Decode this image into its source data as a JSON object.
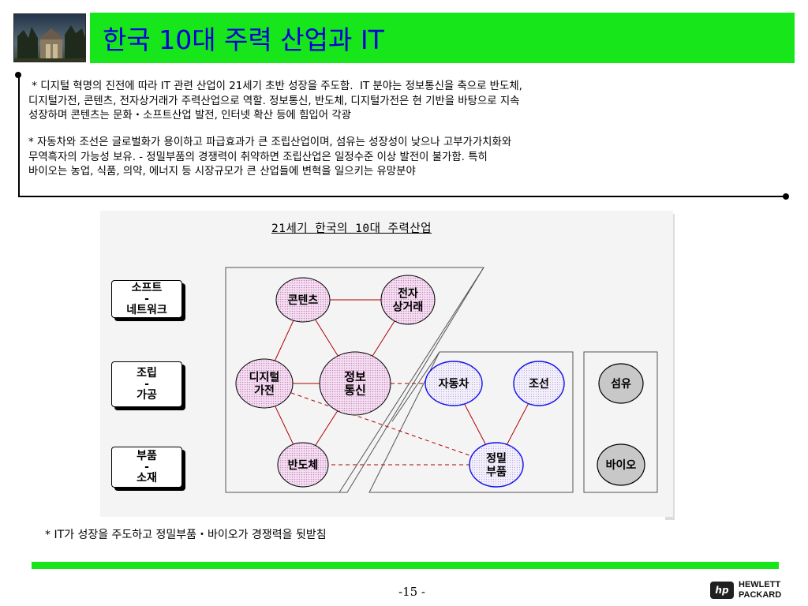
{
  "header": {
    "title": "한국 10대 주력 산업과 IT",
    "title_color": "#0000d8",
    "bar_color": "#16e61a"
  },
  "intro": {
    "paragraph1": " * 디지털 혁명의 진전에 따라 IT 관련 산업이 21세기 초반 성장을 주도함.  IT 분야는 정보통신을 축으로 반도체,\n디지털가전, 콘텐츠, 전자상거래가 주력산업으로 역할. 정보통신, 반도체, 디지털가전은 현 기반을 바탕으로 지속\n성장하며 콘텐츠는 문화・소프트산업 발전, 인터넷 확산 등에 힘입어 각광",
    "paragraph2": "* 자동차와 조선은 글로벌화가 용이하고 파급효과가 큰 조립산업이며, 섬유는 성장성이 낮으나 고부가가치화와\n무역흑자의 가능성 보유. - 정밀부품의 경쟁력이 취약하면 조립산업은 일정수준 이상 발전이 불가함. 특히\n바이오는 농업, 식품, 의약, 에너지 등 시장규모가 큰 산업들에 변혁을 일으키는 유망분야"
  },
  "diagram": {
    "title": "21세기 한국의 10대 주력산업",
    "categories": [
      {
        "id": "soft",
        "lines": [
          "소프트",
          "-",
          "네트워크"
        ]
      },
      {
        "id": "join",
        "lines": [
          "조립",
          "-",
          "가공"
        ]
      },
      {
        "id": "part",
        "lines": [
          "부품",
          "-",
          "소재"
        ]
      }
    ],
    "nodes": [
      {
        "id": "contents",
        "lines": [
          "콘텐츠"
        ],
        "style": "pink"
      },
      {
        "id": "ecommerce",
        "lines": [
          "전자",
          "상거래"
        ],
        "style": "pink"
      },
      {
        "id": "digital",
        "lines": [
          "디지털",
          "가전"
        ],
        "style": "pink"
      },
      {
        "id": "telecom",
        "lines": [
          "정보",
          "통신"
        ],
        "style": "pink"
      },
      {
        "id": "semi",
        "lines": [
          "반도체"
        ],
        "style": "pink"
      },
      {
        "id": "auto",
        "lines": [
          "자동차"
        ],
        "style": "blue"
      },
      {
        "id": "ship",
        "lines": [
          "조선"
        ],
        "style": "blue"
      },
      {
        "id": "parts",
        "lines": [
          "정밀",
          "부품"
        ],
        "style": "blue"
      },
      {
        "id": "fiber",
        "lines": [
          "섬유"
        ],
        "style": "gray"
      },
      {
        "id": "bio",
        "lines": [
          "바이오"
        ],
        "style": "gray"
      }
    ],
    "solid_links": [
      [
        "contents",
        "ecommerce"
      ],
      [
        "contents",
        "digital"
      ],
      [
        "contents",
        "telecom"
      ],
      [
        "ecommerce",
        "telecom"
      ],
      [
        "digital",
        "telecom"
      ],
      [
        "digital",
        "semi"
      ],
      [
        "telecom",
        "semi"
      ],
      [
        "auto",
        "parts"
      ],
      [
        "ship",
        "parts"
      ]
    ],
    "dashed_links": [
      [
        "telecom",
        "auto"
      ],
      [
        "digital",
        "parts"
      ],
      [
        "semi",
        "parts"
      ]
    ],
    "colors": {
      "pink_fill": "#f3d7ef",
      "blue_stroke": "#1010ee",
      "gray_fill": "#c8c8c8",
      "link_color": "#b00000"
    }
  },
  "footnote": "* IT가 성장을 주도하고 정밀부품・바이오가 경쟁력을 뒷받침",
  "footer": {
    "page_number": "-15 -",
    "logo_word1": "HEWLETT",
    "logo_word2": "PACKARD",
    "logo_mark": "hp"
  }
}
